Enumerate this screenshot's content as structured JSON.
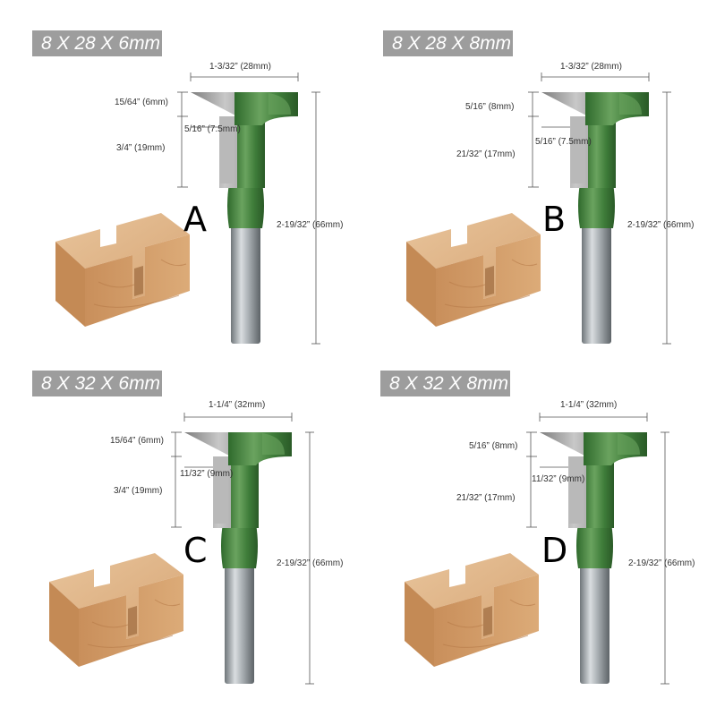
{
  "colors": {
    "badge": "#9d9d9d",
    "bit_green": "#3f7d3a",
    "shank": "#9aa0a4",
    "cutter": "#8e8e8e",
    "wood": "#d9a877"
  },
  "panels": [
    {
      "label": "8 X 28 X 6mm",
      "letter": "A",
      "dim_width": "1-3/32”  (28mm)",
      "dim_top": "15/64”  (6mm)",
      "dim_mid": "5/16”  (7.5mm)",
      "dim_side": "3/4”  (19mm)",
      "dim_total": "2-19/32” (66mm)"
    },
    {
      "label": "8 X 28 X 8mm",
      "letter": "B",
      "dim_width": "1-3/32”  (28mm)",
      "dim_top": "5/16”  (8mm)",
      "dim_mid": "5/16”  (7.5mm)",
      "dim_side": "21/32”  (17mm)",
      "dim_total": "2-19/32” (66mm)"
    },
    {
      "label": "8 X 32 X 6mm",
      "letter": "C",
      "dim_width": "1-1/4”  (32mm)",
      "dim_top": "15/64”  (6mm)",
      "dim_mid": "11/32”  (9mm)",
      "dim_side": "3/4”  (19mm)",
      "dim_total": "2-19/32” (66mm)"
    },
    {
      "label": "8 X 32 X 8mm",
      "letter": "D",
      "dim_width": "1-1/4”  (32mm)",
      "dim_top": "5/16”  (8mm)",
      "dim_mid": "11/32”  (9mm)",
      "dim_side": "21/32”  (17mm)",
      "dim_total": "2-19/32” (66mm)"
    }
  ]
}
